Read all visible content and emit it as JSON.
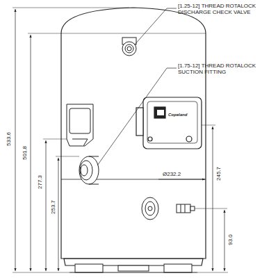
{
  "diagram": {
    "labels": [
      "[1.25-12] THREAD ROTALOCK DISCHARGE CHECK VALVE",
      "[1.75-12] THREAD ROTALOCK SUCTION FITTING",
      "533.6",
      "501.8",
      "277.3",
      "253.7",
      "Ø232.2",
      "245.7",
      "93.0",
      "Copeland"
    ]
  }
}
